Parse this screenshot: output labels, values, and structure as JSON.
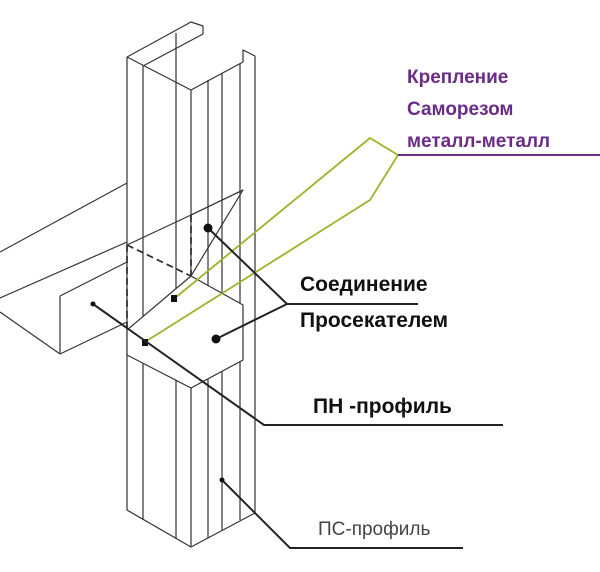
{
  "labels": {
    "screw_line1": "Крепление",
    "screw_line2": "Саморезом",
    "screw_line3": "металл-металл",
    "joint_line1": "Соединение",
    "joint_line2": "Просекателем",
    "pn_profile": "ПН -профиль",
    "ps_profile": "ПС-профиль"
  },
  "colors": {
    "screw_label": "#6a2c85",
    "screw_leader": "#9ab52a",
    "lines": "#222222"
  }
}
